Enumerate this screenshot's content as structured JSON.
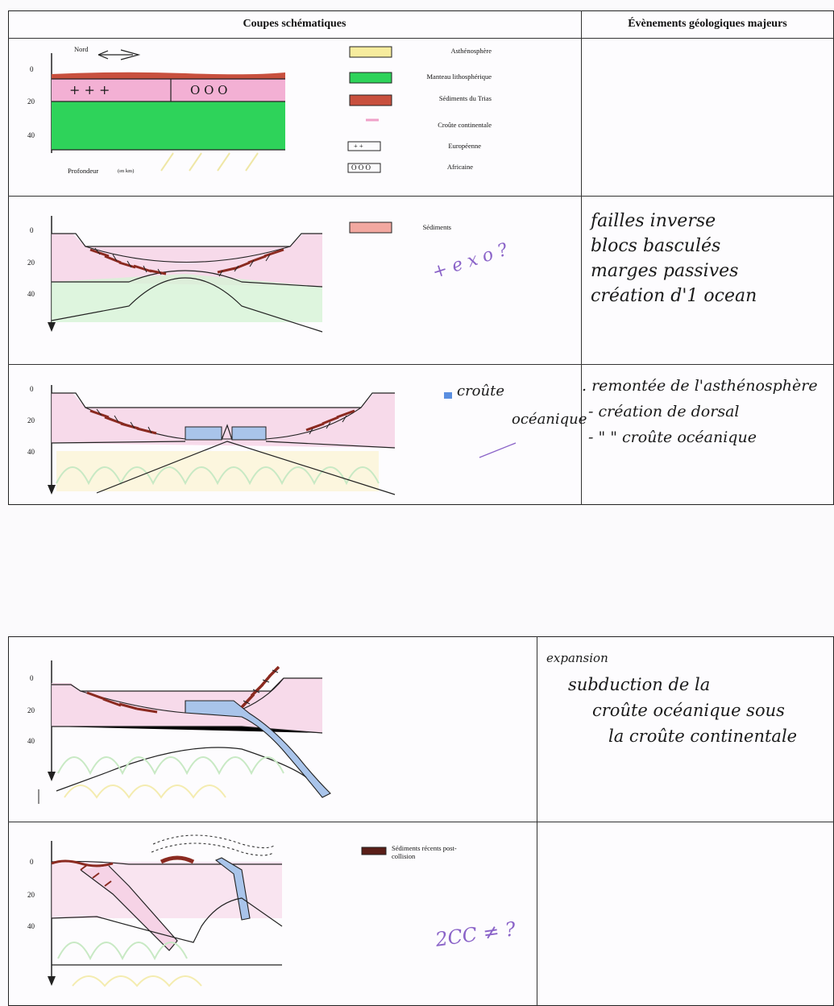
{
  "table_top": {
    "header_left": "Coupes schématiques",
    "header_right": "Évènements géologiques majeurs"
  },
  "depth_ticks": [
    "0",
    "20",
    "40"
  ],
  "section1": {
    "north_label": "Nord",
    "depth_label": "Profondeur",
    "depth_unit": "(en km)",
    "legend": [
      {
        "label": "Asthénosphère",
        "color": "#f2e6a0"
      },
      {
        "label": "Manteau lithosphérique",
        "color": "#33d45a"
      },
      {
        "label": "Sédiments du Trias",
        "color": "#c84a3a"
      },
      {
        "label": "Croûte continentale",
        "color": "#f0a0c8"
      },
      {
        "label": "Européenne",
        "symbol": "+ +"
      },
      {
        "label": "Africaine",
        "symbol": "O O O"
      }
    ],
    "symbols_left": "+     +     +",
    "symbols_right": "O  O  O"
  },
  "section2": {
    "legend_label": "Sédiments",
    "annotation": "+ e x o ?",
    "events": [
      "failles inverse",
      "blocs basculés",
      "marges passives",
      "création d'1 ocean"
    ]
  },
  "section3": {
    "annotation_line1": "croûte",
    "annotation_line2": "océanique",
    "events": [
      ". remontée de l'asthénosphère",
      "- création de dorsal",
      "-  \"           \" croûte océanique"
    ]
  },
  "section4": {
    "events_title": "expansion",
    "events": [
      "subduction de la",
      "croûte océanique sous",
      "la croûte continentale"
    ]
  },
  "section5": {
    "legend_label_line1": "Sédiments récents post-",
    "legend_label_line2": "collision",
    "annotation": "2CC ≠ ?"
  }
}
